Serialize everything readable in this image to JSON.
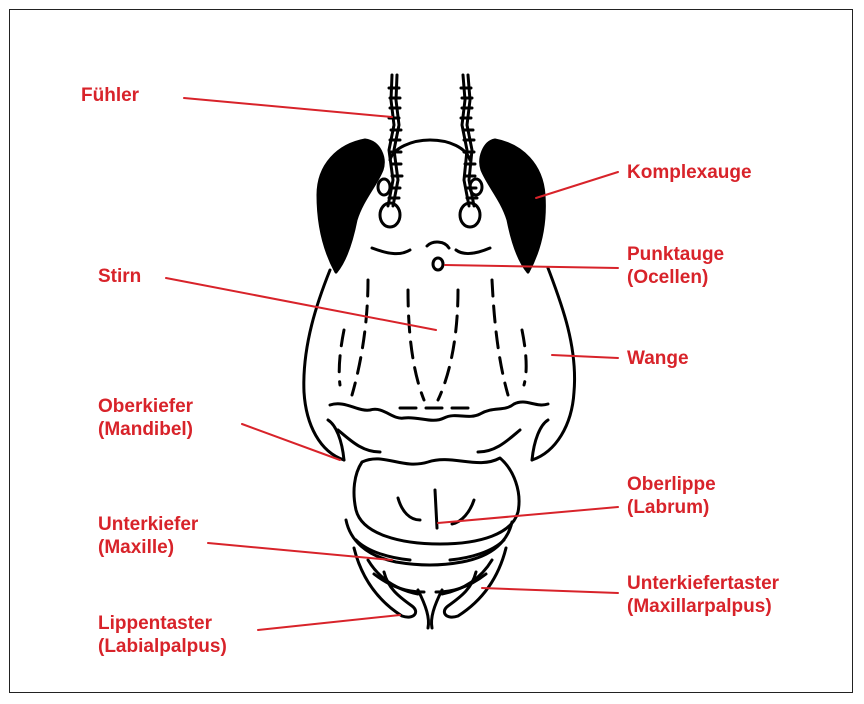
{
  "colors": {
    "label": "#d8232a",
    "drawing": "#000000",
    "border": "#222222"
  },
  "labels": {
    "fuehler": {
      "lines": [
        "Fühler"
      ]
    },
    "komplexauge": {
      "lines": [
        "Komplexauge"
      ]
    },
    "punktauge": {
      "lines": [
        "Punktauge",
        "(Ocellen)"
      ]
    },
    "stirn": {
      "lines": [
        "Stirn"
      ]
    },
    "wange": {
      "lines": [
        "Wange"
      ]
    },
    "oberkiefer": {
      "lines": [
        "Oberkiefer",
        "(Mandibel)"
      ]
    },
    "oberlippe": {
      "lines": [
        "Oberlippe",
        "(Labrum)"
      ]
    },
    "unterkiefer": {
      "lines": [
        "Unterkiefer",
        "(Maxille)"
      ]
    },
    "unterkiefertaster": {
      "lines": [
        "Unterkiefertaster",
        "(Maxillarpalpus)"
      ]
    },
    "lippentaster": {
      "lines": [
        "Lippentaster",
        "(Labialpalpus)"
      ]
    }
  }
}
